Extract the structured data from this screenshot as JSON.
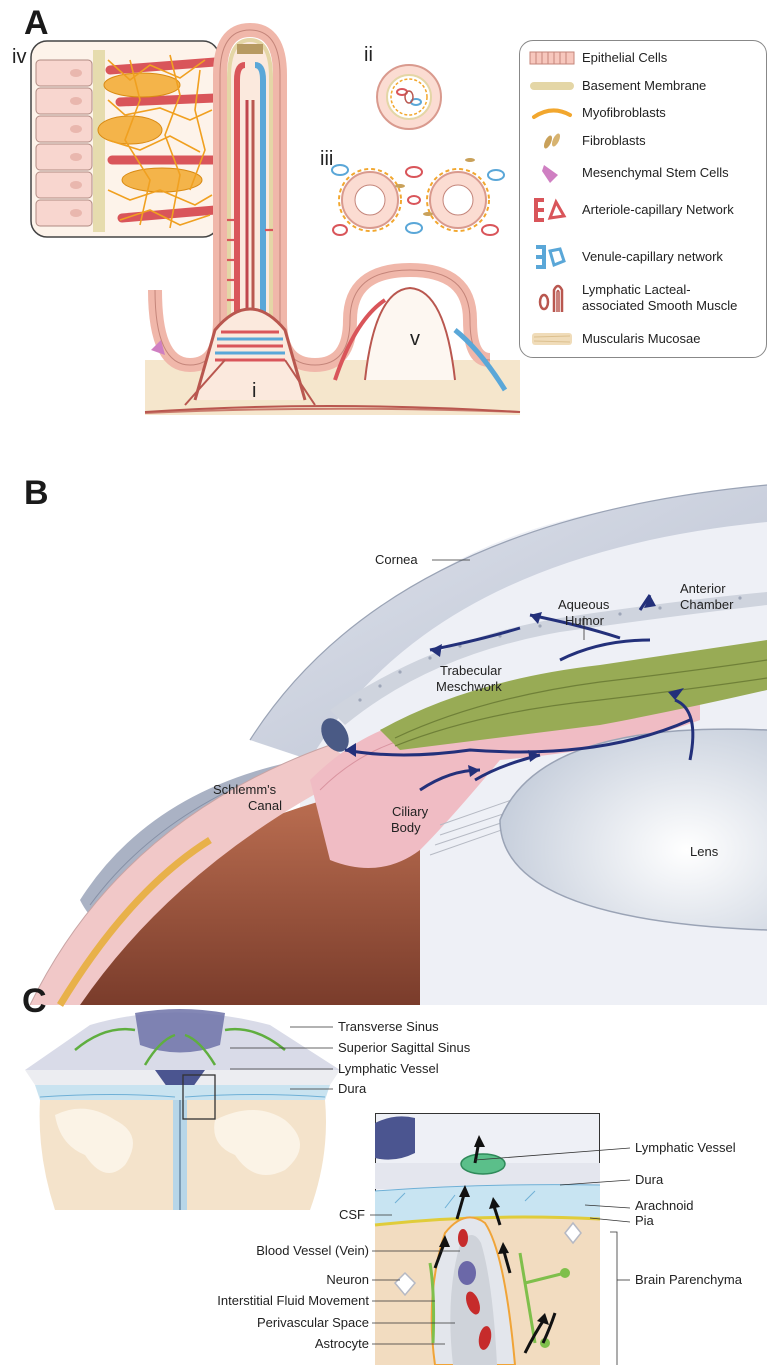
{
  "panel_a": {
    "letter": "A",
    "roman": {
      "i": "i",
      "ii": "ii",
      "iii": "iii",
      "iv": "iv",
      "v": "v"
    },
    "legend": [
      {
        "label": "Epithelial Cells",
        "icon": "epithelial-cells-icon",
        "color": "#f7c7bd"
      },
      {
        "label": "Basement Membrane",
        "icon": "basement-membrane-icon",
        "color": "#e4d6a6"
      },
      {
        "label": "Myofibroblasts",
        "icon": "myofibroblast-icon",
        "color": "#f2a72e"
      },
      {
        "label": "Fibroblasts",
        "icon": "fibroblast-icon",
        "color": "#c9a15a"
      },
      {
        "label": "Mesenchymal Stem Cells",
        "icon": "stem-cell-icon",
        "color": "#cf7fc2"
      },
      {
        "label": "Arteriole-capillary Network",
        "icon": "arteriole-icon",
        "color": "#d9555a"
      },
      {
        "label": "Venule-capillary network",
        "icon": "venule-icon",
        "color": "#5aa7d8"
      },
      {
        "label": "Lymphatic Lacteal-",
        "label2": "associated Smooth Muscle",
        "icon": "lacteal-muscle-icon",
        "color": "#b9574f"
      },
      {
        "label": "Muscularis Mucosae",
        "icon": "muscularis-icon",
        "color": "#f0dcb9"
      }
    ]
  },
  "panel_b": {
    "letter": "B",
    "labels": {
      "cornea": "Cornea",
      "anterior": "Anterior",
      "chamber": "Chamber",
      "aqueous": "Aqueous",
      "humor": "Humor",
      "trabecular": "Trabecular",
      "meschwork": "Meschwork",
      "schlemms": "Schlemm's",
      "canal": "Canal",
      "ciliary": "Ciliary",
      "body": "Body",
      "lens": "Lens"
    }
  },
  "panel_c": {
    "letter": "C",
    "labels": {
      "transverse_sinus": "Transverse Sinus",
      "superior_sagittal_sinus": "Superior Sagittal Sinus",
      "lymphatic_vessel_top": "Lymphatic Vessel",
      "dura_top": "Dura",
      "lymphatic_vessel": "Lymphatic Vessel",
      "dura": "Dura",
      "arachnoid": "Arachnoid",
      "pia": "Pia",
      "csf": "CSF",
      "blood_vessel": "Blood Vessel (Vein)",
      "brain_parenchyma": "Brain Parenchyma",
      "neuron": "Neuron",
      "interstitial": "Interstitial Fluid Movement",
      "perivascular": "Perivascular Space",
      "astrocyte": "Astrocyte"
    }
  }
}
